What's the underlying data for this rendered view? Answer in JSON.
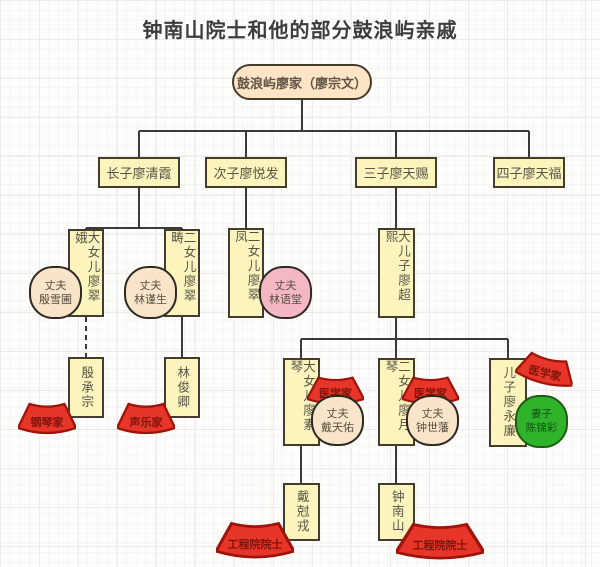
{
  "title": "钟南山院士和他的部分鼓浪屿亲戚",
  "root": {
    "label": "鼓浪屿廖家（廖宗文）"
  },
  "generation1": [
    {
      "label": "长子廖清霞"
    },
    {
      "label": "次子廖悦发"
    },
    {
      "label": "三子廖天赐"
    },
    {
      "label": "四子廖天福"
    }
  ],
  "generation2": [
    {
      "label": "大女儿廖翠娥",
      "spouse": {
        "role": "丈夫",
        "name": "殷雪圃"
      }
    },
    {
      "label": "二女儿廖翠畴",
      "spouse": {
        "role": "丈夫",
        "name": "林谨生"
      }
    },
    {
      "label": "二女儿廖翠凤",
      "spouse": {
        "role": "丈夫",
        "name": "林语堂"
      }
    },
    {
      "label": "大儿子廖超熙"
    }
  ],
  "generation3": [
    {
      "label": "殷承宗",
      "badge": "钢琴家"
    },
    {
      "label": "林俊卿",
      "badge": "声乐家"
    },
    {
      "label": "大女儿廖素琴",
      "badge": "医学家",
      "spouse": {
        "role": "丈夫",
        "name": "戴天佑"
      }
    },
    {
      "label": "二女儿廖月琴",
      "badge": "医学家",
      "spouse": {
        "role": "丈夫",
        "name": "钟世藩"
      }
    },
    {
      "label": "儿子廖永廉",
      "badge": "医学家",
      "spouse": {
        "role": "妻子",
        "name": "陈锦彩"
      }
    }
  ],
  "generation4": [
    {
      "label": "戴尅戎",
      "badge": "工程院院士"
    },
    {
      "label": "钟南山",
      "badge": "工程院院士"
    }
  ],
  "colors": {
    "node_fill": "#fbf5bd",
    "root_fill": "#fce4c5",
    "spouse_fill": "#f8e4c8",
    "pink_spouse_fill": "#f4b7c3",
    "green_spouse_fill": "#2fb32b",
    "badge_fan_fill": "#e73529",
    "connector": "#3a3a3a"
  }
}
